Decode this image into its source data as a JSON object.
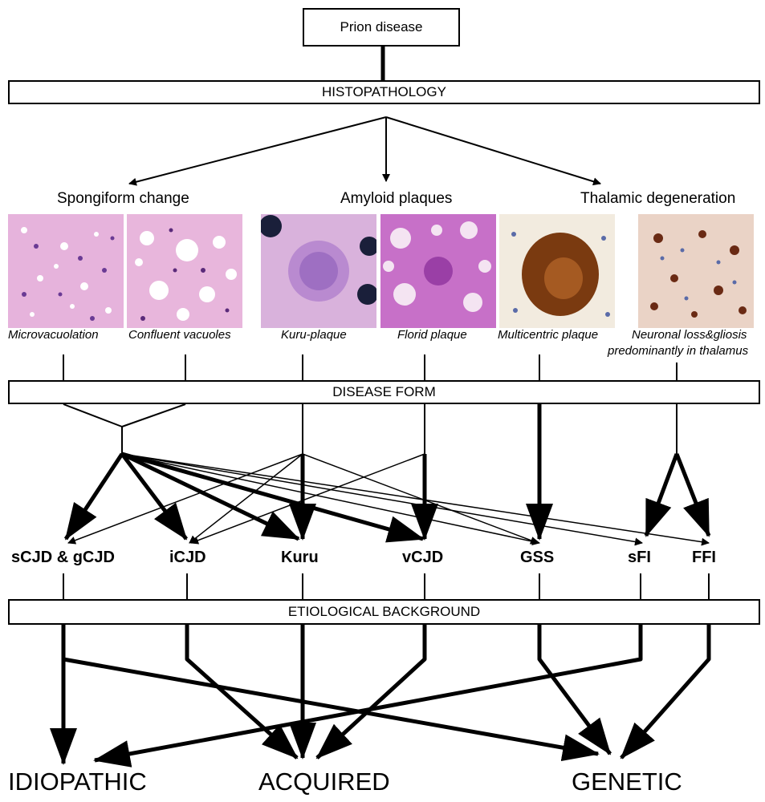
{
  "title": "Prion disease",
  "sections": {
    "histopathology": "HISTOPATHOLOGY",
    "disease_form": "DISEASE FORM",
    "etiological": "ETIOLOGICAL BACKGROUND"
  },
  "categories": {
    "spongiform": "Spongiform change",
    "amyloid": "Amyloid plaques",
    "thalamic": "Thalamic degeneration"
  },
  "captions": {
    "microvacuolation": "Microvacuolation",
    "confluent": "Confluent vacuoles",
    "kuru_plaque": "Kuru-plaque",
    "florid": "Florid plaque",
    "multicentric": "Multicentric plaque",
    "neuronal_line1": "Neuronal loss&gliosis",
    "neuronal_line2": "predominantly in thalamus"
  },
  "forms": {
    "scjd_gcjd": "sCJD & gCJD",
    "icjd": "iCJD",
    "kuru": "Kuru",
    "vcjd": "vCJD",
    "gss": "GSS",
    "sfi": "sFI",
    "ffi": "FFI"
  },
  "etiologies": {
    "idiopathic": "IDIOPATHIC",
    "acquired": "ACQUIRED",
    "genetic": "GENETIC"
  },
  "colors": {
    "he_stain_bg": "#e7b4dc",
    "he_stain_dark": "#8a3f9a",
    "ihc_bg": "#f1e8de",
    "ihc_brown": "#7a3a10"
  }
}
